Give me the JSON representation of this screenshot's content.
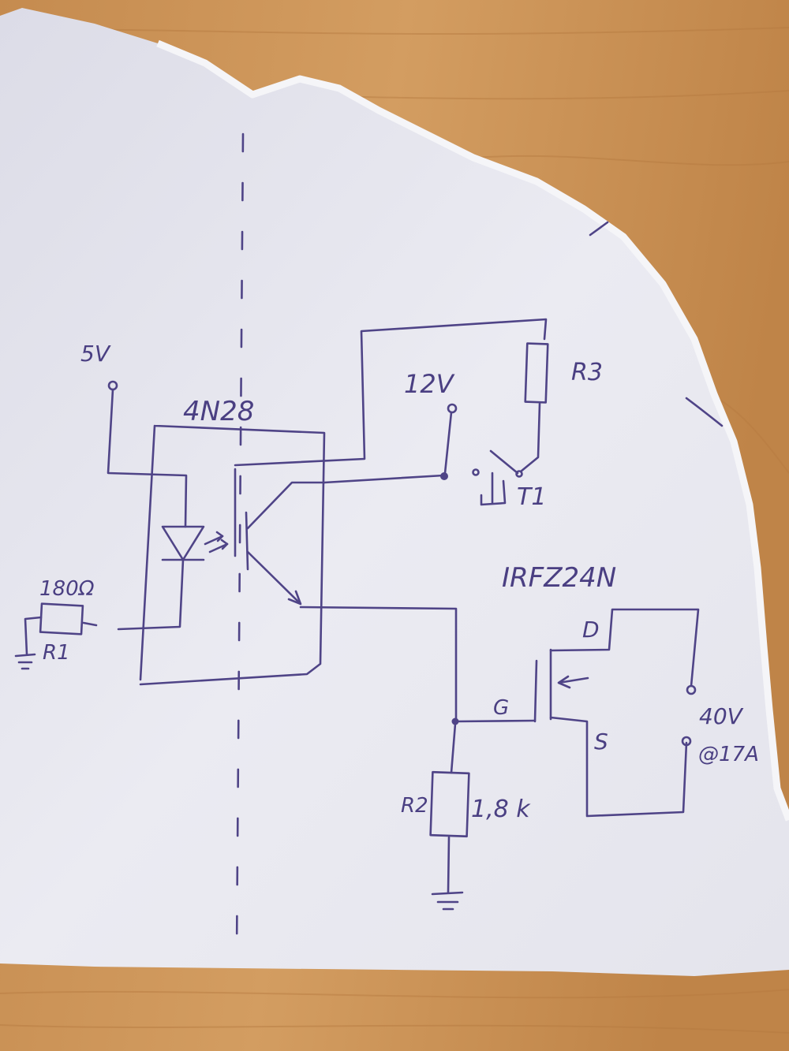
{
  "image": {
    "subject": "hand-drawn circuit schematic on torn paper"
  },
  "colors": {
    "desk": "#c98f52",
    "paper": "#e7e7ee",
    "ink": "#4f4487"
  },
  "labels": {
    "supply_5v": "5V",
    "optocoupler": "4N28",
    "supply_12v": "12V",
    "r3": "R3",
    "t1": "T1",
    "r1_value": "180Ω",
    "r1": "R1",
    "mosfet": "IRFZ24N",
    "drain": "D",
    "gate": "G",
    "source": "S",
    "load_voltage": "40V",
    "load_current": "@17A",
    "r2": "R2",
    "r2_value": "1,8 k"
  }
}
